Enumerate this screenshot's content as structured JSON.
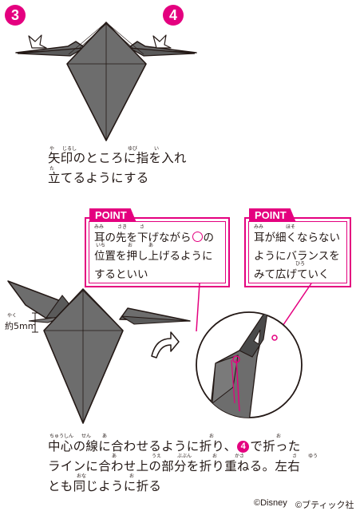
{
  "steps": {
    "step3": "3",
    "step4": "4"
  },
  "step3_text": {
    "line1": "矢印のところに指を入れ",
    "line2": "立てるようにする",
    "ruby": [
      "や",
      "じるし",
      "ゆび",
      "い",
      "た"
    ]
  },
  "point_left": {
    "label": "POINT",
    "line1_a": "耳の先を下げながら",
    "line1_b": "の",
    "line2": "位置を押し上げるように",
    "line3": "するといい",
    "ruby": [
      "みみ",
      "さき",
      "さ",
      "いち",
      "お",
      "あ"
    ]
  },
  "point_right": {
    "label": "POINT",
    "line1": "耳が細くならない",
    "line2": "ようにバランスを",
    "line3": "みて広げていく",
    "ruby": [
      "みみ",
      "ほそ",
      "ひろ"
    ]
  },
  "measure": {
    "ruby": "やく",
    "label": "約5mm"
  },
  "step4_text": {
    "line1_a": "中心の線に合わせるように折り、",
    "line1_badge": "4",
    "line1_b": "で折った",
    "line2": "ラインに合わせ上の部分を折り重ねる。左右",
    "line3": "とも同じように折る",
    "ruby": [
      "ちゅうしん",
      "せん",
      "あ",
      "お",
      "お",
      "あ",
      "うえ",
      "ぶぶん",
      "お",
      "かさ",
      "さ",
      "ゆう",
      "おな",
      "お"
    ]
  },
  "credits": {
    "disney": "©Disney",
    "publisher": "©ブティック社"
  },
  "colors": {
    "accent": "#e4007f",
    "paper_gray": "#6d6d6d",
    "paper_dark": "#4a4a4a"
  }
}
